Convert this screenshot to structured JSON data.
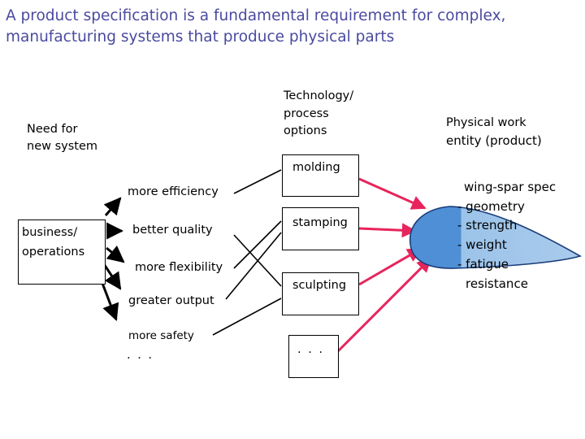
{
  "title": "A product specification is a fundamental requirement for complex, manufacturing systems that produce physical parts",
  "headers": {
    "need": [
      "Need for",
      "new system"
    ],
    "tech": [
      "Technology/",
      "process",
      "options"
    ],
    "physical": [
      "Physical work",
      "entity (product)"
    ]
  },
  "business_box": [
    "business/",
    "operations"
  ],
  "needs": [
    "more efficiency",
    "better quality",
    "more flexibility",
    "greater output",
    "more safety",
    ". . ."
  ],
  "processes": [
    "molding",
    "stamping",
    "sculpting",
    ". . ."
  ],
  "spec": [
    "wing-spar spec",
    "- geometry",
    "- strength",
    "- weight",
    "- fatigue",
    "resistance"
  ],
  "colors": {
    "title": "#4a4aa0",
    "red_arrow": "#e8245c",
    "wing_dark": "#4f8fd6",
    "wing_light": "#9cc3e9"
  }
}
